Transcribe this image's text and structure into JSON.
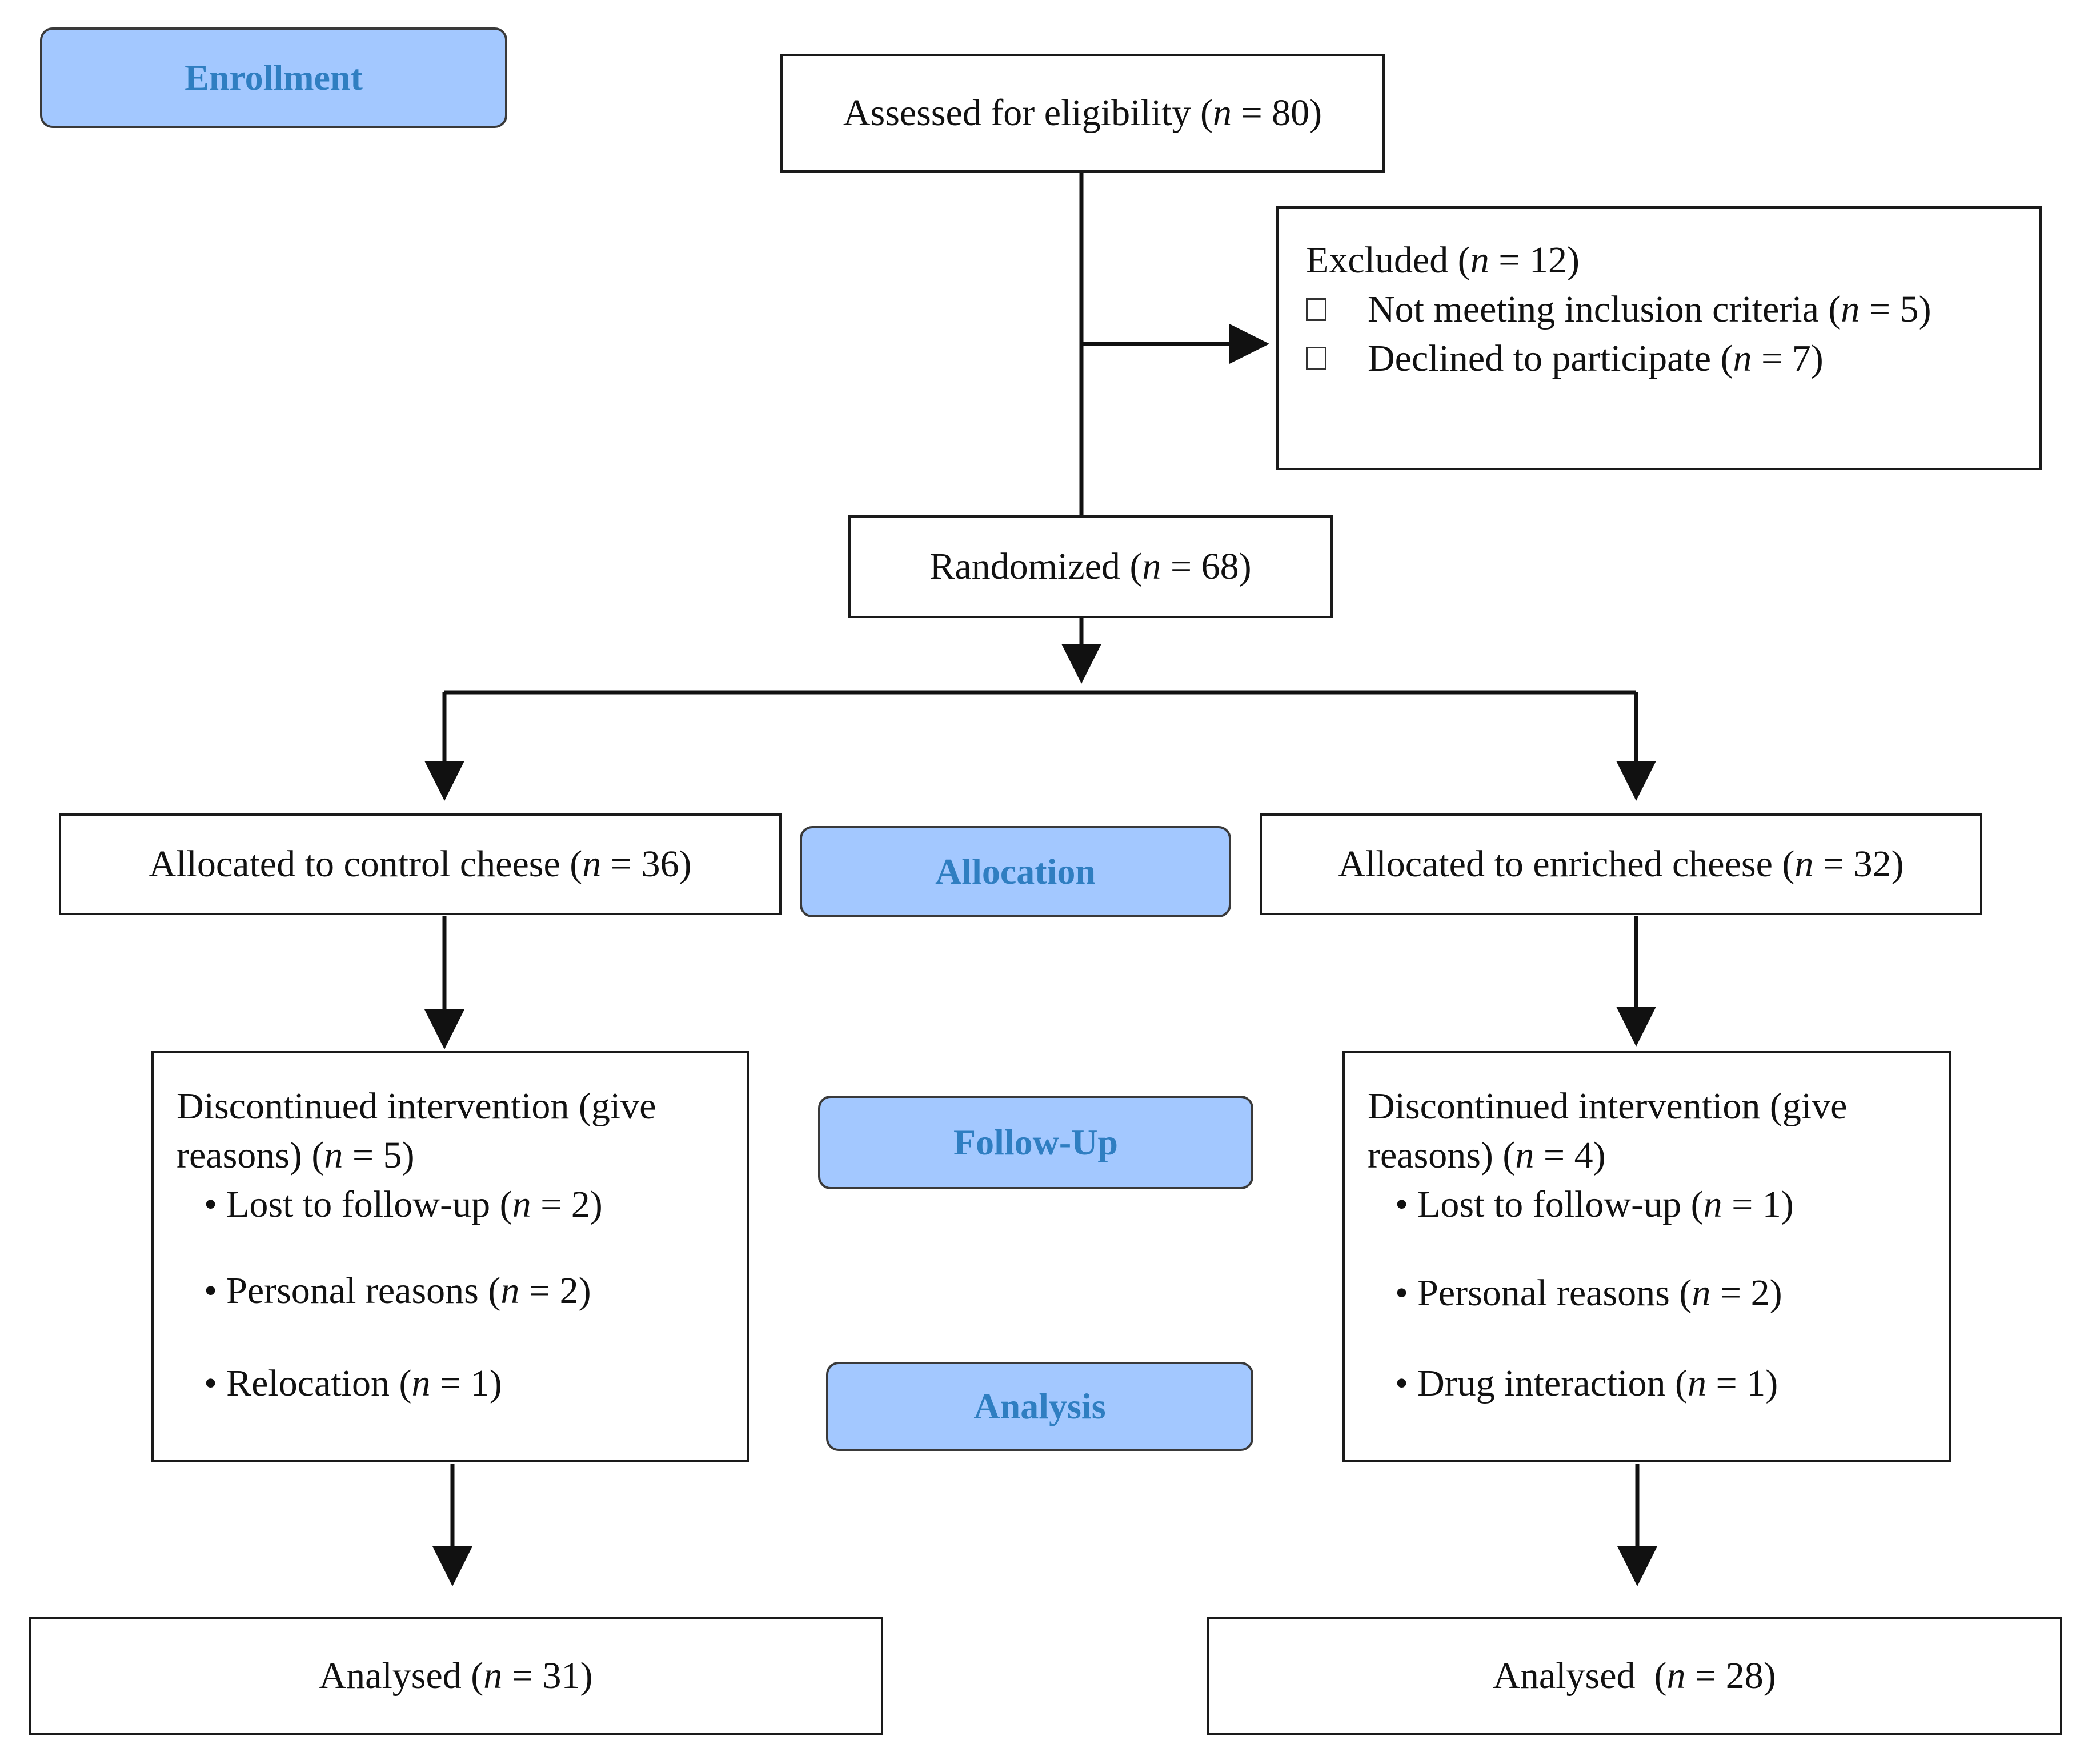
{
  "colors": {
    "stage_fill": "#a3c8ff",
    "stage_text": "#2f7ec1",
    "line": "#111111"
  },
  "stages": {
    "enrollment": "Enrollment",
    "allocation": "Allocation",
    "followup": "Follow-Up",
    "analysis": "Analysis"
  },
  "n_symbol": "n",
  "assessed": {
    "label": "Assessed for eligibility",
    "n": "80"
  },
  "excluded": {
    "label": "Excluded",
    "n": "12",
    "items": [
      {
        "label": "Not meeting inclusion criteria",
        "n": "5",
        "icon": "checkbox-icon"
      },
      {
        "label": "Declined to participate",
        "n": "7",
        "icon": "checkbox-icon"
      }
    ]
  },
  "randomized": {
    "label": "Randomized",
    "n": "68"
  },
  "control": {
    "allocated": {
      "label": "Allocated to control cheese",
      "n": "36"
    },
    "discontinued": {
      "head": "Discontinued intervention (give reasons)",
      "n": "5",
      "items": [
        {
          "label": "Lost to follow-up",
          "n": "2"
        },
        {
          "label": "Personal reasons",
          "n": "2"
        },
        {
          "label": "Relocation",
          "n": "1"
        }
      ]
    },
    "analysed": {
      "label": "Analysed",
      "n": "31"
    }
  },
  "enriched": {
    "allocated": {
      "label": "Allocated to enriched cheese",
      "n": "32"
    },
    "discontinued": {
      "head": "Discontinued intervention (give reasons)",
      "n": "4",
      "items": [
        {
          "label": "Lost to follow-up",
          "n": "1"
        },
        {
          "label": "Personal reasons",
          "n": "2"
        },
        {
          "label": "Drug interaction",
          "n": "1"
        }
      ]
    },
    "analysed": {
      "label": "Analysed",
      "n": "28"
    }
  }
}
